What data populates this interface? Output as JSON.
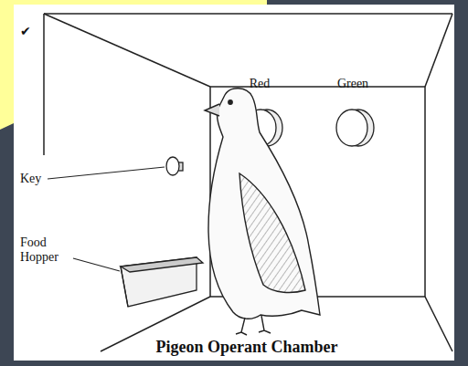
{
  "diagram": {
    "caption": "Pigeon Operant Chamber",
    "labels": [
      "✔",
      "Red",
      "Green",
      "Key",
      "Food Hopper"
    ]
  }
}
